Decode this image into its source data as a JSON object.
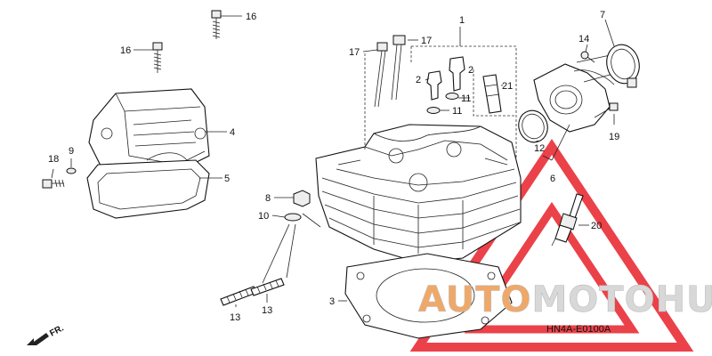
{
  "callouts": {
    "c1": "1",
    "c2a": "2",
    "c2b": "2",
    "c3": "3",
    "c4": "4",
    "c5": "5",
    "c6": "6",
    "c7": "7",
    "c8": "8",
    "c9": "9",
    "c10": "10",
    "c11a": "11",
    "c11b": "11",
    "c12": "12",
    "c13a": "13",
    "c13b": "13",
    "c14": "14",
    "c16a": "16",
    "c16b": "16",
    "c17a": "17",
    "c17b": "17",
    "c18": "18",
    "c19": "19",
    "c20": "20",
    "c21": "21"
  },
  "direction_label": "FR.",
  "diagram_code": "HN4A-E0100A",
  "watermark": {
    "text_part1": "AUTO",
    "text_part2": "MOTO",
    "text_part3": "HUB",
    "color_part1": "#f0a868",
    "color_part2": "#d8d8d8",
    "color_part3": "#d8d8d8",
    "triangle_color": "#e8202a"
  }
}
